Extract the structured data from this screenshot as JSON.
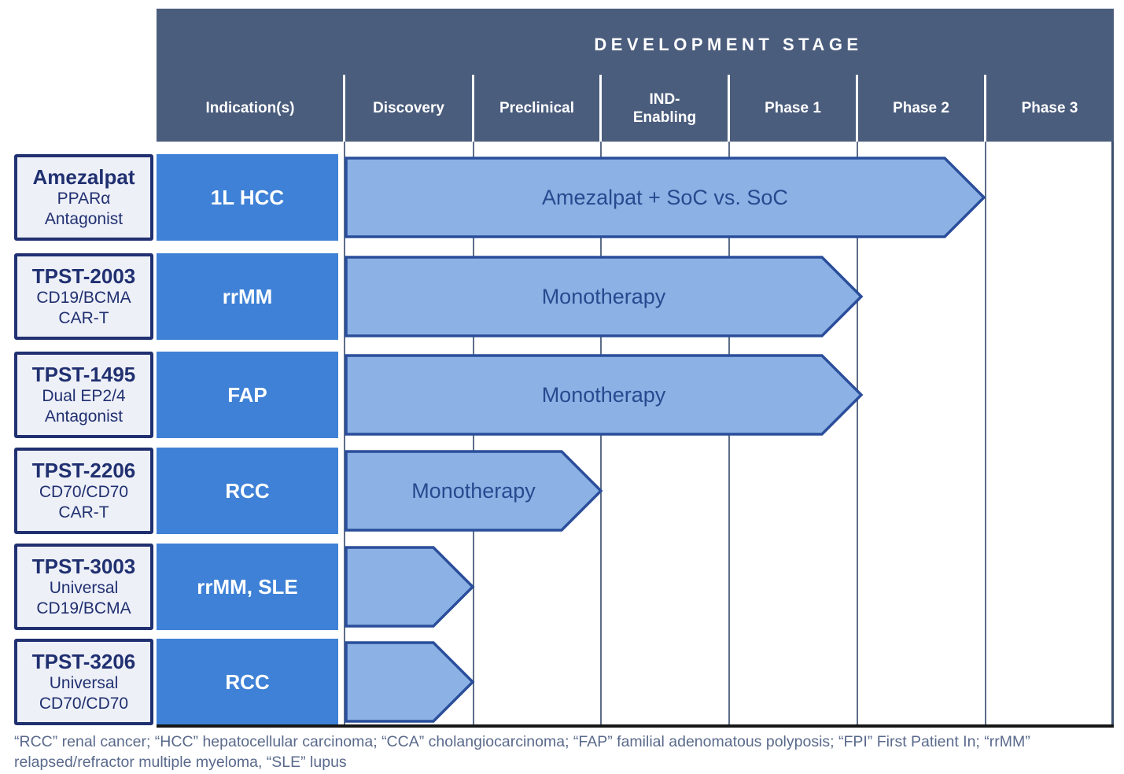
{
  "colors": {
    "header_band": "#4b5d7d",
    "indication_fill": "#3e81d6",
    "program_fill": "#eef0f8",
    "program_border": "#203070",
    "arrow_fill": "#8cb2e5",
    "arrow_border": "#2a4e9a",
    "arrow_text": "#27498f",
    "gridline": "#5c6d87",
    "footnote": "#5a6a8c"
  },
  "header": {
    "title": "DEVELOPMENT STAGE",
    "indication_column": "Indication(s)",
    "stages": [
      "Discovery",
      "Preclinical",
      "IND-\nEnabling",
      "Phase 1",
      "Phase 2",
      "Phase 3"
    ]
  },
  "rows": [
    {
      "program": "Amezalpat",
      "details": "PPARα\nAntagonist",
      "indication": "1L HCC",
      "arrow": {
        "label": "Amezalpat + SoC vs. SoC",
        "through_stage": "Phase 2"
      }
    },
    {
      "program": "TPST-2003",
      "details": "CD19/BCMA\nCAR-T",
      "indication": "rrMM",
      "arrow": {
        "label": "Monotherapy",
        "through_stage": "Phase 1"
      }
    },
    {
      "program": "TPST-1495",
      "details": "Dual EP2/4\nAntagonist",
      "indication": "FAP",
      "arrow": {
        "label": "Monotherapy",
        "through_stage": "Phase 1"
      }
    },
    {
      "program": "TPST-2206",
      "details": "CD70/CD70\nCAR-T",
      "indication": "RCC",
      "arrow": {
        "label": "Monotherapy",
        "through_stage": "Preclinical"
      }
    },
    {
      "program": "TPST-3003",
      "details": "Universal\nCD19/BCMA",
      "indication": "rrMM, SLE",
      "arrow": {
        "label": "",
        "through_stage": "Discovery"
      }
    },
    {
      "program": "TPST-3206",
      "details": "Universal\nCD70/CD70",
      "indication": "RCC",
      "arrow": {
        "label": "",
        "through_stage": "Discovery"
      }
    }
  ],
  "footnote": "“RCC” renal cancer; “HCC” hepatocellular carcinoma; “CCA” cholangiocarcinoma; “FAP” familial adenomatous polyposis; “FPI” First Patient In; “rrMM” relapsed/refractor multiple myeloma, “SLE” lupus",
  "chart_data": {
    "type": "bar",
    "orientation": "horizontal",
    "title": "DEVELOPMENT STAGE",
    "stage_axis": [
      "Discovery",
      "Preclinical",
      "IND-Enabling",
      "Phase 1",
      "Phase 2",
      "Phase 3"
    ],
    "categories": [
      "Amezalpat (PPARα Antagonist)",
      "TPST-2003 (CD19/BCMA CAR-T)",
      "TPST-1495 (Dual EP2/4 Antagonist)",
      "TPST-2206 (CD70/CD70 CAR-T)",
      "TPST-3003 (Universal CD19/BCMA)",
      "TPST-3206 (Universal CD70/CD70)"
    ],
    "indications": [
      "1L HCC",
      "rrMM",
      "FAP",
      "RCC",
      "rrMM, SLE",
      "RCC"
    ],
    "bar_labels": [
      "Amezalpat + SoC vs. SoC",
      "Monotherapy",
      "Monotherapy",
      "Monotherapy",
      "",
      ""
    ],
    "stage_reached": [
      "Phase 2",
      "Phase 1",
      "Phase 1",
      "Preclinical",
      "Discovery",
      "Discovery"
    ],
    "values": [
      5,
      4,
      4,
      2,
      1,
      1
    ],
    "value_scale": "stages spanned starting at Discovery (1) up to Phase 3 (6)",
    "legend_position": "none",
    "grid": true
  }
}
